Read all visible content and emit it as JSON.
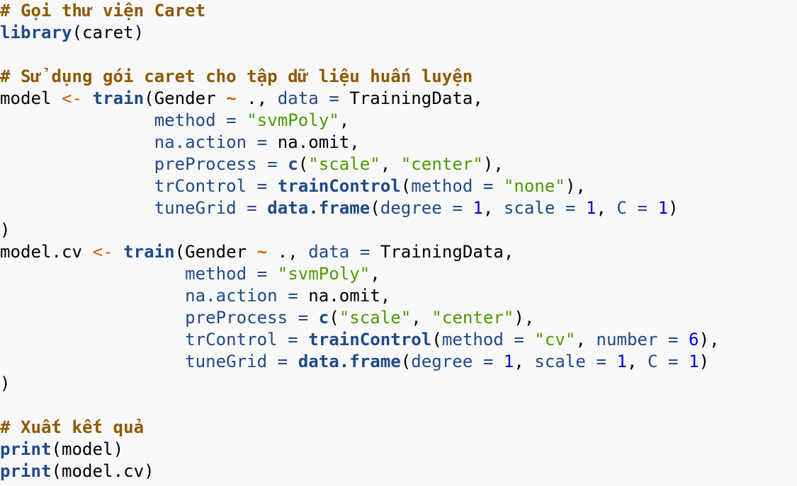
{
  "code_lines": [
    [
      [
        "com",
        "# Gọi thư viện Caret"
      ]
    ],
    [
      [
        "kw",
        "library"
      ],
      [
        "plain",
        "(caret)"
      ]
    ],
    [],
    [
      [
        "com",
        "# Sử dụng gói caret cho tập dữ liệu huấn luyện"
      ]
    ],
    [
      [
        "plain",
        "model "
      ],
      [
        "op",
        "<-"
      ],
      [
        "plain",
        " "
      ],
      [
        "kw",
        "train"
      ],
      [
        "plain",
        "(Gender "
      ],
      [
        "opb",
        "~"
      ],
      [
        "plain",
        " ., "
      ],
      [
        "arg",
        "data"
      ],
      [
        "plain",
        " "
      ],
      [
        "arg",
        "="
      ],
      [
        "plain",
        " TrainingData,"
      ]
    ],
    [
      [
        "plain",
        "               "
      ],
      [
        "arg",
        "method"
      ],
      [
        "plain",
        " "
      ],
      [
        "arg",
        "="
      ],
      [
        "plain",
        " "
      ],
      [
        "str",
        "\"svmPoly\""
      ],
      [
        "plain",
        ","
      ]
    ],
    [
      [
        "plain",
        "               "
      ],
      [
        "arg",
        "na.action"
      ],
      [
        "plain",
        " "
      ],
      [
        "arg",
        "="
      ],
      [
        "plain",
        " na.omit,"
      ]
    ],
    [
      [
        "plain",
        "               "
      ],
      [
        "arg",
        "preProcess"
      ],
      [
        "plain",
        " "
      ],
      [
        "arg",
        "="
      ],
      [
        "plain",
        " "
      ],
      [
        "kw",
        "c"
      ],
      [
        "plain",
        "("
      ],
      [
        "str",
        "\"scale\""
      ],
      [
        "plain",
        ", "
      ],
      [
        "str",
        "\"center\""
      ],
      [
        "plain",
        "),"
      ]
    ],
    [
      [
        "plain",
        "               "
      ],
      [
        "arg",
        "trControl"
      ],
      [
        "plain",
        " "
      ],
      [
        "arg",
        "="
      ],
      [
        "plain",
        " "
      ],
      [
        "kw",
        "trainControl"
      ],
      [
        "plain",
        "("
      ],
      [
        "arg",
        "method"
      ],
      [
        "plain",
        " "
      ],
      [
        "arg",
        "="
      ],
      [
        "plain",
        " "
      ],
      [
        "str",
        "\"none\""
      ],
      [
        "plain",
        "),"
      ]
    ],
    [
      [
        "plain",
        "               "
      ],
      [
        "arg",
        "tuneGrid"
      ],
      [
        "plain",
        " "
      ],
      [
        "arg",
        "="
      ],
      [
        "plain",
        " "
      ],
      [
        "kw",
        "data.frame"
      ],
      [
        "plain",
        "("
      ],
      [
        "arg",
        "degree"
      ],
      [
        "plain",
        " "
      ],
      [
        "arg",
        "="
      ],
      [
        "plain",
        " "
      ],
      [
        "num",
        "1"
      ],
      [
        "plain",
        ", "
      ],
      [
        "arg",
        "scale"
      ],
      [
        "plain",
        " "
      ],
      [
        "arg",
        "="
      ],
      [
        "plain",
        " "
      ],
      [
        "num",
        "1"
      ],
      [
        "plain",
        ", "
      ],
      [
        "arg",
        "C"
      ],
      [
        "plain",
        " "
      ],
      [
        "arg",
        "="
      ],
      [
        "plain",
        " "
      ],
      [
        "num",
        "1"
      ],
      [
        "plain",
        ")"
      ]
    ],
    [
      [
        "plain",
        ")"
      ]
    ],
    [
      [
        "plain",
        "model.cv "
      ],
      [
        "op",
        "<-"
      ],
      [
        "plain",
        " "
      ],
      [
        "kw",
        "train"
      ],
      [
        "plain",
        "(Gender "
      ],
      [
        "opb",
        "~"
      ],
      [
        "plain",
        " ., "
      ],
      [
        "arg",
        "data"
      ],
      [
        "plain",
        " "
      ],
      [
        "arg",
        "="
      ],
      [
        "plain",
        " TrainingData,"
      ]
    ],
    [
      [
        "plain",
        "                  "
      ],
      [
        "arg",
        "method"
      ],
      [
        "plain",
        " "
      ],
      [
        "arg",
        "="
      ],
      [
        "plain",
        " "
      ],
      [
        "str",
        "\"svmPoly\""
      ],
      [
        "plain",
        ","
      ]
    ],
    [
      [
        "plain",
        "                  "
      ],
      [
        "arg",
        "na.action"
      ],
      [
        "plain",
        " "
      ],
      [
        "arg",
        "="
      ],
      [
        "plain",
        " na.omit,"
      ]
    ],
    [
      [
        "plain",
        "                  "
      ],
      [
        "arg",
        "preProcess"
      ],
      [
        "plain",
        " "
      ],
      [
        "arg",
        "="
      ],
      [
        "plain",
        " "
      ],
      [
        "kw",
        "c"
      ],
      [
        "plain",
        "("
      ],
      [
        "str",
        "\"scale\""
      ],
      [
        "plain",
        ", "
      ],
      [
        "str",
        "\"center\""
      ],
      [
        "plain",
        "),"
      ]
    ],
    [
      [
        "plain",
        "                  "
      ],
      [
        "arg",
        "trControl"
      ],
      [
        "plain",
        " "
      ],
      [
        "arg",
        "="
      ],
      [
        "plain",
        " "
      ],
      [
        "kw",
        "trainControl"
      ],
      [
        "plain",
        "("
      ],
      [
        "arg",
        "method"
      ],
      [
        "plain",
        " "
      ],
      [
        "arg",
        "="
      ],
      [
        "plain",
        " "
      ],
      [
        "str",
        "\"cv\""
      ],
      [
        "plain",
        ", "
      ],
      [
        "arg",
        "number"
      ],
      [
        "plain",
        " "
      ],
      [
        "arg",
        "="
      ],
      [
        "plain",
        " "
      ],
      [
        "num",
        "6"
      ],
      [
        "plain",
        "),"
      ]
    ],
    [
      [
        "plain",
        "                  "
      ],
      [
        "arg",
        "tuneGrid"
      ],
      [
        "plain",
        " "
      ],
      [
        "arg",
        "="
      ],
      [
        "plain",
        " "
      ],
      [
        "kw",
        "data.frame"
      ],
      [
        "plain",
        "("
      ],
      [
        "arg",
        "degree"
      ],
      [
        "plain",
        " "
      ],
      [
        "arg",
        "="
      ],
      [
        "plain",
        " "
      ],
      [
        "num",
        "1"
      ],
      [
        "plain",
        ", "
      ],
      [
        "arg",
        "scale"
      ],
      [
        "plain",
        " "
      ],
      [
        "arg",
        "="
      ],
      [
        "plain",
        " "
      ],
      [
        "num",
        "1"
      ],
      [
        "plain",
        ", "
      ],
      [
        "arg",
        "C"
      ],
      [
        "plain",
        " "
      ],
      [
        "arg",
        "="
      ],
      [
        "plain",
        " "
      ],
      [
        "num",
        "1"
      ],
      [
        "plain",
        ")"
      ]
    ],
    [
      [
        "plain",
        ")"
      ]
    ],
    [],
    [
      [
        "com",
        "# Xuất kết quả"
      ]
    ],
    [
      [
        "kw",
        "print"
      ],
      [
        "plain",
        "(model)"
      ]
    ],
    [
      [
        "kw",
        "print"
      ],
      [
        "plain",
        "(model.cv)"
      ]
    ]
  ],
  "colors": {
    "background": "#f8f8f8",
    "comment": "#8f5902",
    "keyword": "#204a87",
    "operator": "#ce5c00",
    "string": "#4e9a06",
    "number": "#0000cf",
    "plain": "#000000"
  }
}
